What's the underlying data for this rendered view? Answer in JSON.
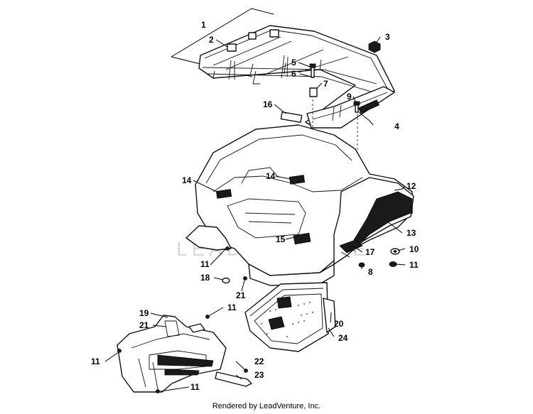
{
  "watermark": "LEADVENTURE",
  "credit": "Rendered by LeadVenture, Inc.",
  "callouts": {
    "c1": "1",
    "c2": "2",
    "c3": "3",
    "c4": "4",
    "c5": "5",
    "c6": "6",
    "c7": "7",
    "c8": "8",
    "c9": "9",
    "c10": "10",
    "c11a": "11",
    "c11b": "11",
    "c11c": "11",
    "c11d": "11",
    "c11e": "11",
    "c12": "12",
    "c13": "13",
    "c14a": "14",
    "c14b": "14",
    "c15": "15",
    "c16": "16",
    "c17": "17",
    "c18": "18",
    "c19": "19",
    "c20": "20",
    "c21a": "21",
    "c21b": "21",
    "c22": "22",
    "c23": "23",
    "c24": "24"
  }
}
